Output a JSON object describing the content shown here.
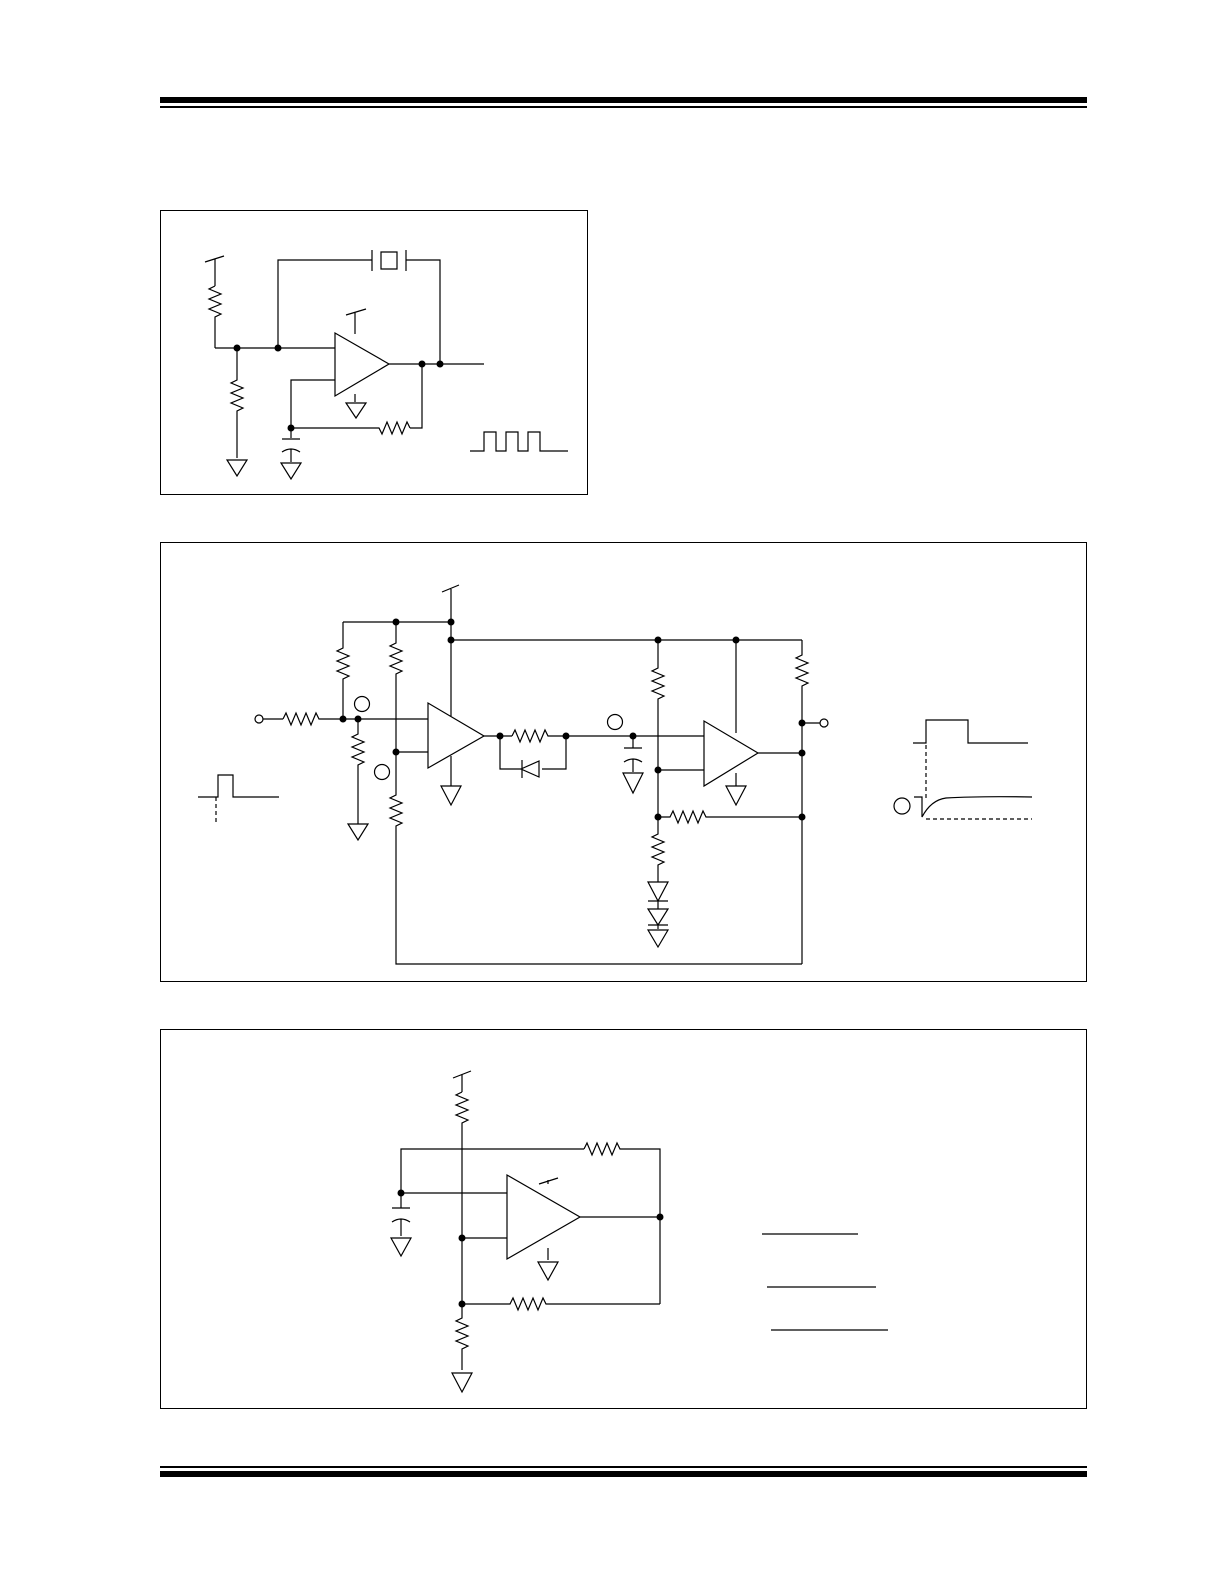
{
  "document": {
    "header_rule": "double",
    "footer_rule": "double"
  },
  "figures": [
    {
      "id": "crystal-oscillator",
      "content": "schematic"
    },
    {
      "id": "pulse-circuit",
      "content": "schematic"
    },
    {
      "id": "hysteresis-oscillator",
      "content": "schematic"
    }
  ]
}
